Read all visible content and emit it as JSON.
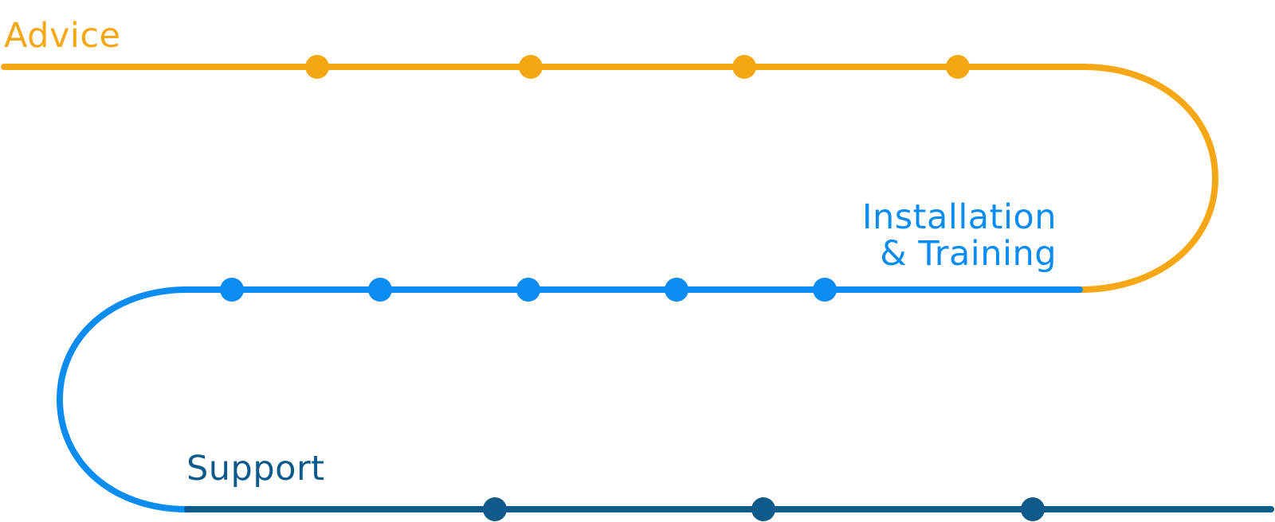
{
  "stages": [
    {
      "label": "Advice",
      "color": "#F5A714",
      "milestones": 4
    },
    {
      "label_lines": [
        "Installation",
        "& Training"
      ],
      "color": "#0A8CF0",
      "milestones": 5
    },
    {
      "label": "Support",
      "color": "#0E5A8A",
      "milestones": 3
    }
  ]
}
